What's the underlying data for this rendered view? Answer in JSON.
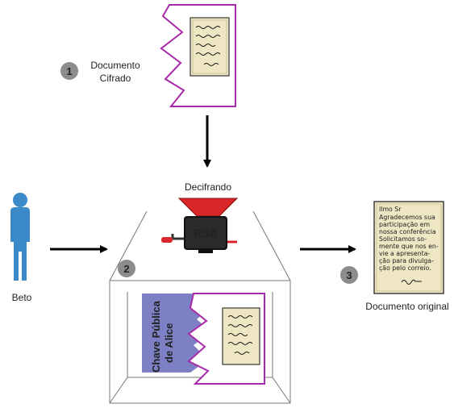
{
  "labels": {
    "encrypted_document": [
      "Documento",
      "Cifrado"
    ],
    "decrypting": "Decifrando",
    "person": "Beto",
    "original_document": "Documento original",
    "machine": "RSA",
    "public_key": [
      "Chave Pública",
      "de Alice"
    ]
  },
  "steps": [
    "1",
    "2",
    "3"
  ],
  "letter_text": [
    "Ilmo Sr",
    "Agradecemos sua",
    "participação em",
    "nossa conferência",
    "Solicitamos so-",
    "mente que nos en-",
    "vie a apresenta-",
    "ção para divulga-",
    "ção pelo correio."
  ],
  "colors": {
    "envelope_outline": "#a82aa8",
    "paper": "#efe6c4",
    "person": "#3b89c9",
    "funnel": "#d8262a",
    "key_panel": "#7d80c4",
    "step_badge": "#8c8c8c"
  },
  "icons": [
    "document-envelope-icon",
    "person-icon",
    "rsa-grinder-icon",
    "letter-icon",
    "arrow-icon"
  ]
}
